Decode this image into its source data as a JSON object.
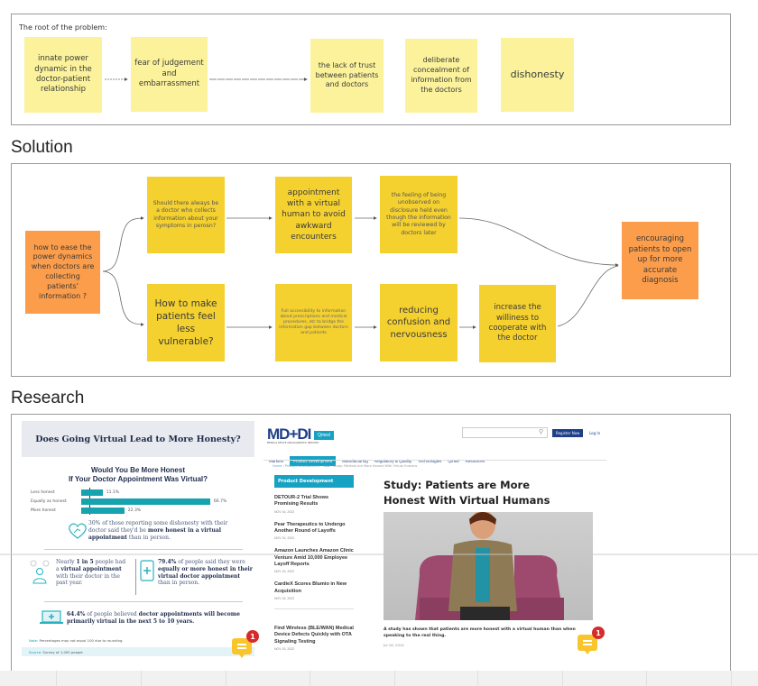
{
  "problem": {
    "frame_label": "The root of the problem:",
    "notes": [
      {
        "text": "innate power dynamic in the doctor-patient relationship"
      },
      {
        "text": "fear of judgement and embarrassment"
      },
      {
        "text": "the lack of trust between patients and doctors"
      },
      {
        "text": "deliberate concealment of information from the doctors"
      },
      {
        "text": "dishonesty"
      }
    ]
  },
  "solution": {
    "title": "Solution",
    "notes": {
      "root": "how to ease the power dynamics when doctors are collecting patients' information ?",
      "q1": "Should there always be a doctor who collects information about your symptoms in perosn?",
      "a1": "appointment with a virtual human to avoid awkward encounters",
      "a1b": "the feeling of being unobserved on disclosure held even though the information will be reviewed by doctors later",
      "q2": "How to make patients feel less vulnerable?",
      "a2": "Full accessibility to information about prescriptions and  medical procedures, etc to bridge the information gap between doctors and patients",
      "a2b": "reducing confusion and nervousness",
      "a2c": "increase the williness to cooperate with the doctor",
      "outcome": "encouraging patients to open up for more accurate diagnosis"
    }
  },
  "research": {
    "title": "Research",
    "infographic": {
      "header": "Does Going Virtual Lead to More Honesty?",
      "question_line1": "Would You Be More Honest",
      "question_line2": "If Your Doctor Appointment Was Virtual?",
      "stat1_pre": "30% of those reporting some dishonesty with their doctor said they'd be ",
      "stat1_bold": "more honest in a virtual appointment",
      "stat1_post": " than in person.",
      "stat2_pre": "Nearly ",
      "stat2_bold1": "1 in 5",
      "stat2_mid": " people had a ",
      "stat2_bold2": "virtual appointment",
      "stat2_post": " with their doctor in the past year.",
      "stat3_bold1": "79.4%",
      "stat3_mid": " of people said they were ",
      "stat3_bold2": "equally or more honest in their virtual doctor appointment",
      "stat3_post": " than in person.",
      "stat4_bold1": "64.4%",
      "stat4_mid": " of people believed ",
      "stat4_bold2": "doctor appointments will become primarily virtual in the next 5 to 10 years.",
      "note_label": "Note:",
      "note": " Percentages may not equal 100 due to rounding.",
      "source_label": "Source:",
      "source": " Survey of 1,000 people",
      "chat_count": "1"
    },
    "chart_data": {
      "type": "bar",
      "orientation": "horizontal",
      "title": "Would You Be More Honest If Your Doctor Appointment Was Virtual?",
      "categories": [
        "Less honest",
        "Equally as honest",
        "More honest"
      ],
      "values": [
        11.1,
        66.7,
        22.3
      ],
      "value_labels": [
        "11.1%",
        "66.7%",
        "22.3%"
      ],
      "xlim": [
        0,
        70
      ],
      "color": "#17a2b0"
    },
    "article": {
      "logo": "MD+DI",
      "logo_badge": "Qmed",
      "logo_tagline": "MEDICAL DEVICE AND DIAGNOSTIC INDUSTRY",
      "search_placeholder": "",
      "register_label": "Register Now",
      "login_label": "Log In",
      "nav": [
        "Markets",
        "Product Development",
        "Manufacturing",
        "Regulatory & Quality",
        "Technologies",
        "Qmed",
        "Resources"
      ],
      "nav_active": 1,
      "breadcrumb": [
        "Home",
        "Product Development",
        "R&D",
        "Study: Patients are More Honest With Virtual Humans"
      ],
      "sidebar_title": "Product Development",
      "sidebar_items": [
        {
          "title": "DETOUR-2 Trial Shows Promising Results",
          "date": "NOV 16, 2022"
        },
        {
          "title": "Pear Therapeutics to Undergo Another Round of Layoffs",
          "date": "NOV 15, 2022"
        },
        {
          "title": "Amazon Launches Amazon Clinic Venture Amid 10,000 Employee Layoff Reports",
          "date": "NOV 15, 2022"
        },
        {
          "title": "CardieX Scores Blumio in New Acquisition",
          "date": "NOV 16, 2022"
        },
        {
          "title": "Find Wireless (BLE/WAN) Medical Device Defects Quickly with OTA Signaling Testing",
          "date": "NOV 15, 2022"
        }
      ],
      "headline": "Study: Patients are More Honest With Virtual Humans",
      "caption": " A study has shown that patients are more honest with a virtual human than when speaking to the real thing.",
      "date": "Jul 16, 2014",
      "chat_count": "1"
    }
  },
  "colors": {
    "sticky_light": "#fbf29b",
    "sticky_yellow": "#f5d130",
    "sticky_orange": "#fb9d4b",
    "accent_teal": "#17a2b0",
    "badge_red": "#d62b2b"
  }
}
